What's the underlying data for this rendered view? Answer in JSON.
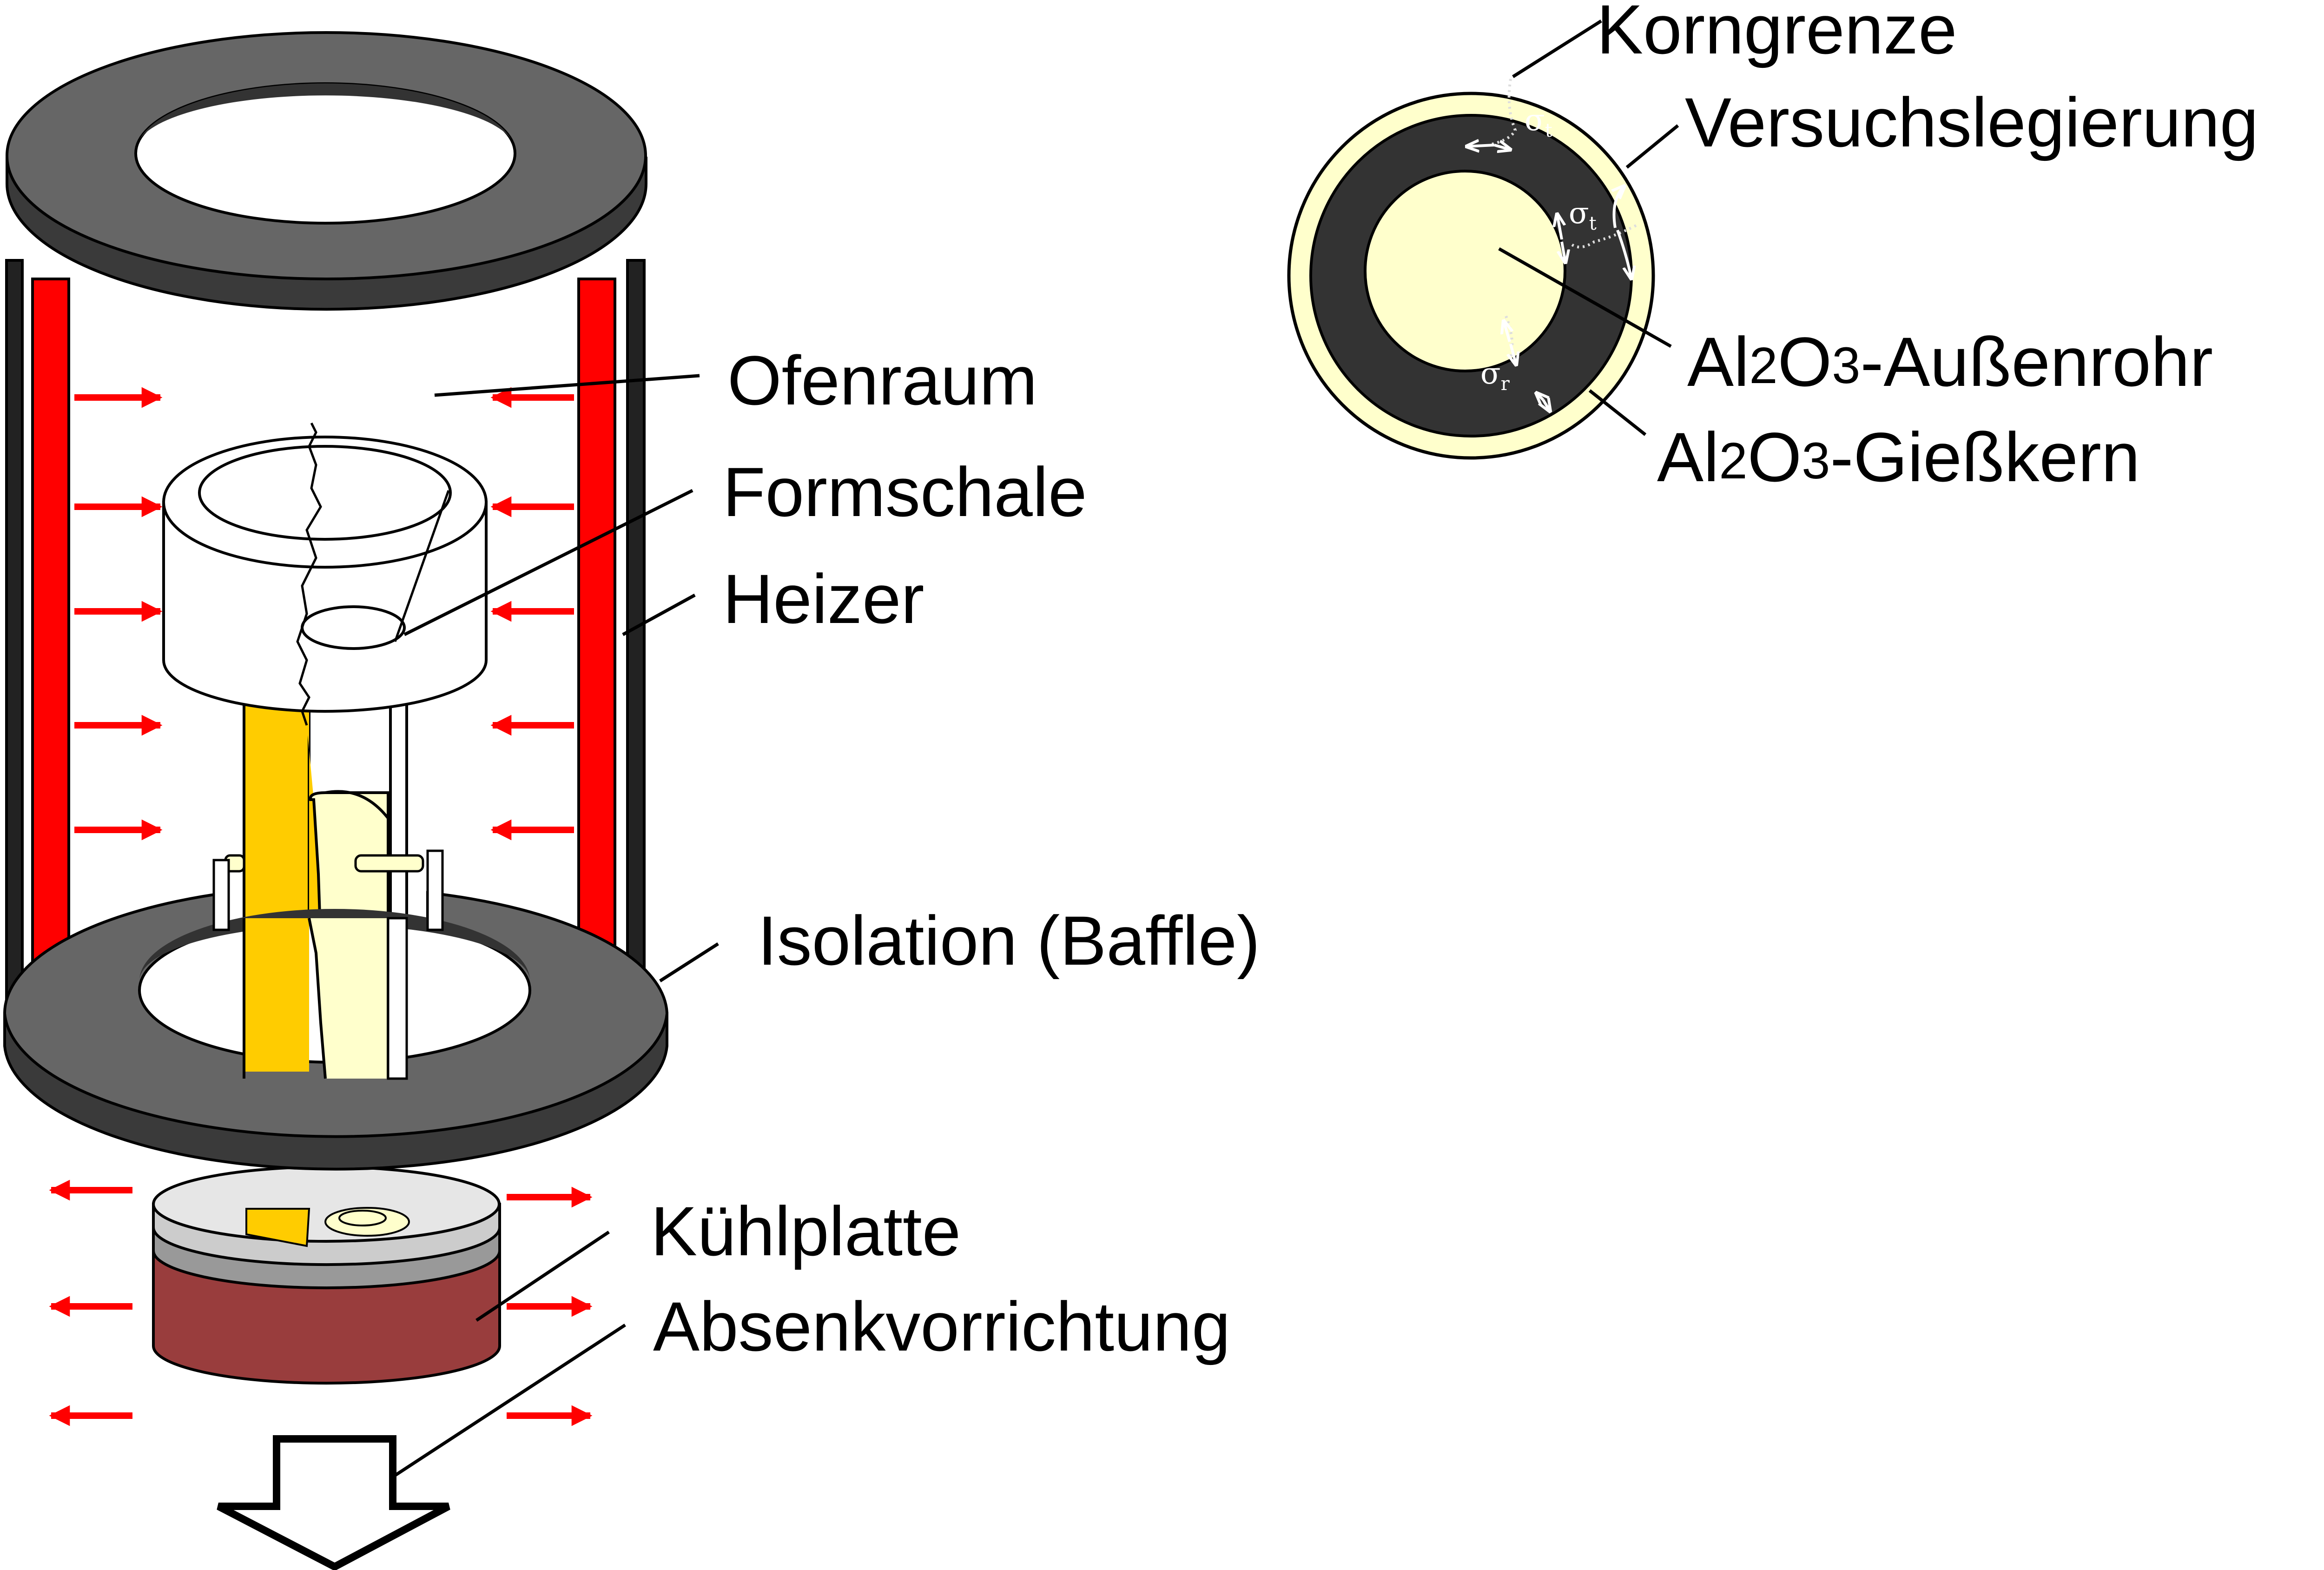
{
  "labels": {
    "ofenraum": "Ofenraum",
    "formschale": "Formschale",
    "heizer": "Heizer",
    "isolation": "Isolation (Baffle)",
    "kuehlplatte": "Kühlplatte",
    "absenkvorrichtung": "Absenkvorrichtung",
    "korngrenze": "Korngrenze",
    "versuchslegierung": "Versuchslegierung",
    "aussenrohr": {
      "al": "Al",
      "sub1": "2",
      "o": "O",
      "sub2": "3",
      "rest": "-Außenrohr"
    },
    "giesskern": {
      "al": "Al",
      "sub1": "2",
      "o": "O",
      "sub2": "3",
      "rest": "-Gießkern"
    }
  },
  "stress_symbols": {
    "sigma": "σ",
    "t_subscript": "t",
    "r_subscript": "r"
  },
  "colors": {
    "ring_top": "#666666",
    "ring_side": "#3a3a3a",
    "heater": "#ff0000",
    "heat_arrow": "#ff0000",
    "alloy_yellow": "#ffcc00",
    "ceramic_cream": "#ffffcc",
    "cooling_plate": "#e0e0e0",
    "lowering_device": "#993d3d",
    "cross_section_dark": "#333333",
    "outline": "#000000"
  },
  "icons": {
    "heat_in": "arrow-right-icon",
    "heat_out": "arrow-left-icon",
    "lowering": "arrow-down-outline-icon"
  }
}
